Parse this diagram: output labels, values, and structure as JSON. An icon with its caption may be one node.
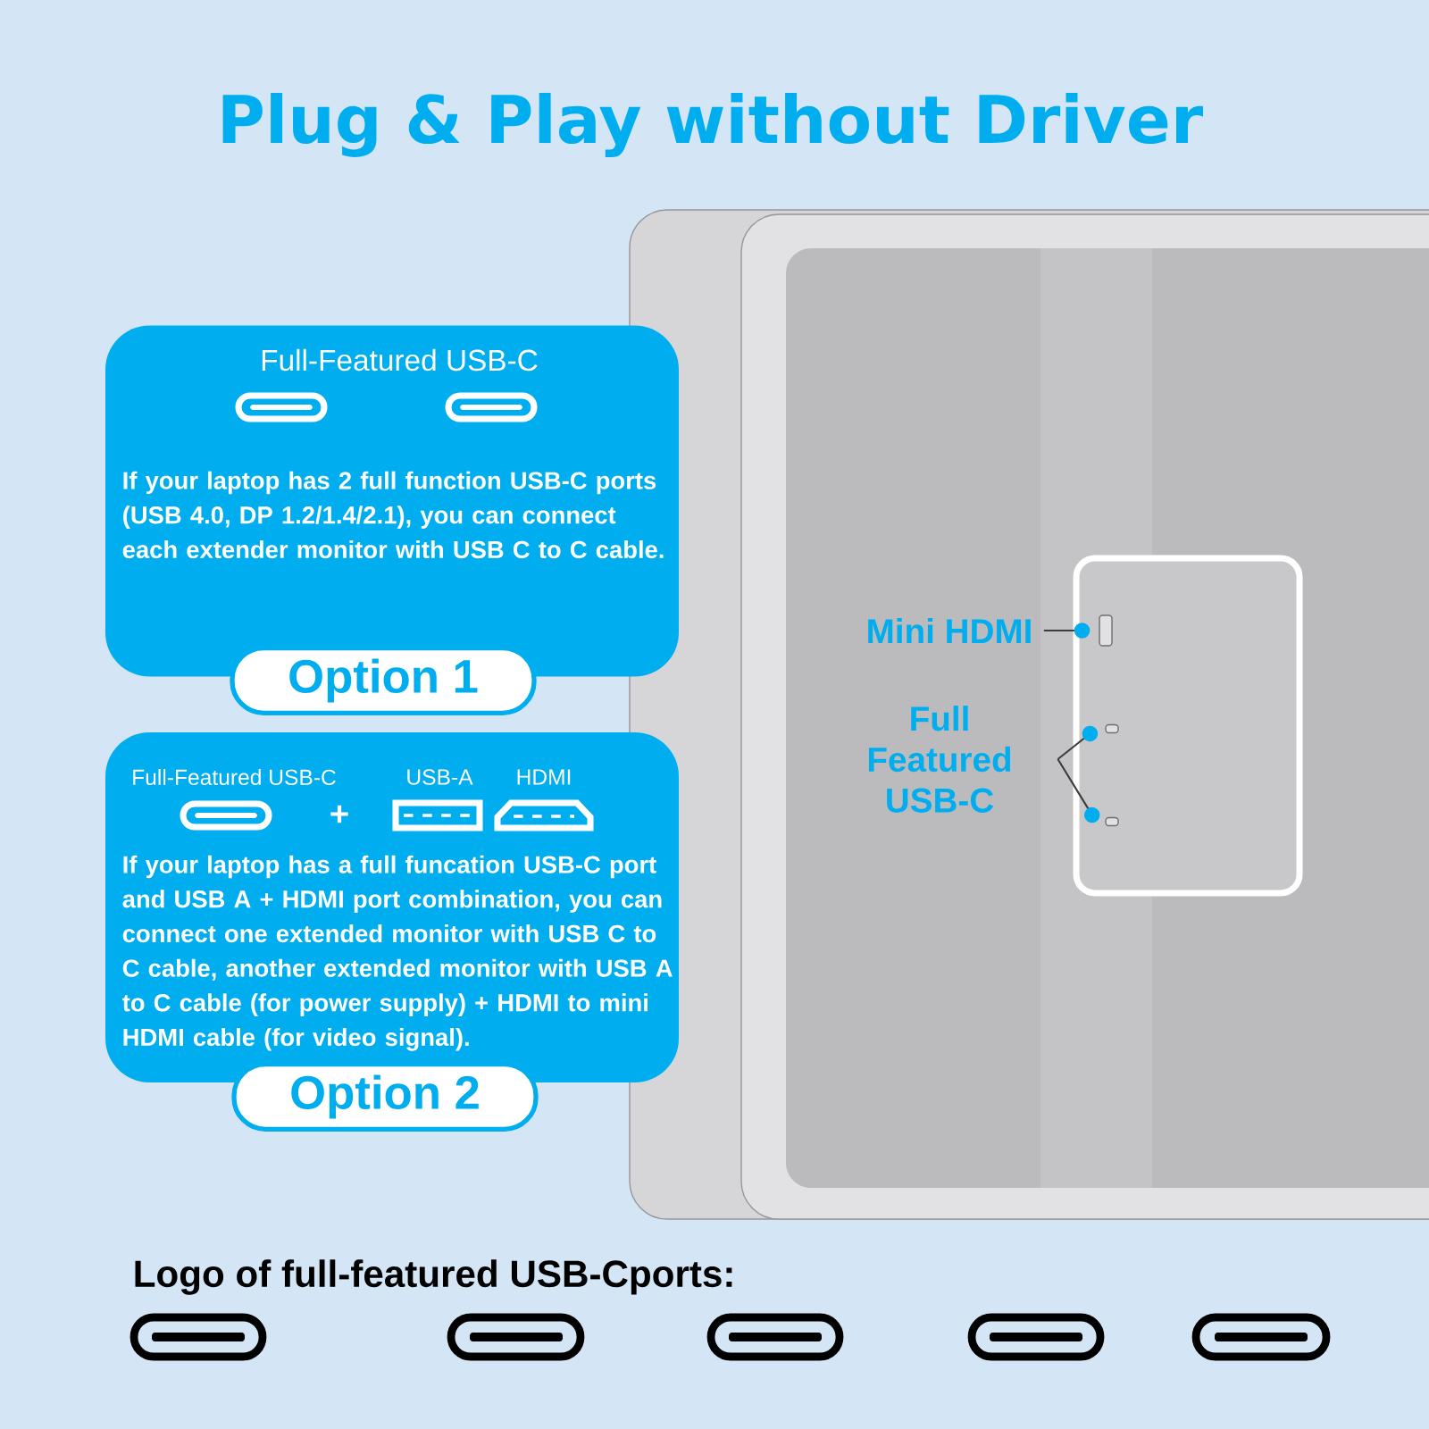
{
  "diagram": {
    "title": "Plug & Play without Driver",
    "nodes": [
      {
        "text": [
          "Full-Featured USB-C",
          "If your laptop has 2 full function USB-C ports (USB 4.0, DP 1.2/1.4/2.1), you can connect each extender monitor with USB C to C cable."
        ]
      },
      {
        "text": [
          "Option 1"
        ]
      },
      {
        "text": [
          "Full-Featured USB-C",
          "+",
          "USB-A",
          "HDMI",
          "If your laptop has a full funcation USB-C port and USB A + HDMI port combination, you can connect one extended monitor with USB C to C cable, another extended monitor with USB A to C cable (for power supply) + HDMI to mini HDMI cable (for video signal)."
        ]
      },
      {
        "text": [
          "Option 2"
        ]
      },
      {
        "text": [
          "Mini HDMI"
        ]
      },
      {
        "text": [],
        "shape": "box"
      },
      {
        "text": [
          "Full Featured USB-C"
        ]
      },
      {
        "text": [],
        "shape": "box"
      },
      {
        "text": [],
        "shape": "box"
      }
    ],
    "edges": [
      {
        "from": 4,
        "to": 5,
        "arrow": "other"
      },
      {
        "from": 6,
        "to": 7,
        "arrow": "other"
      },
      {
        "from": 6,
        "to": 8,
        "arrow": "other"
      }
    ],
    "labels": [
      "Logo of full-featured USB-Cports:"
    ]
  }
}
